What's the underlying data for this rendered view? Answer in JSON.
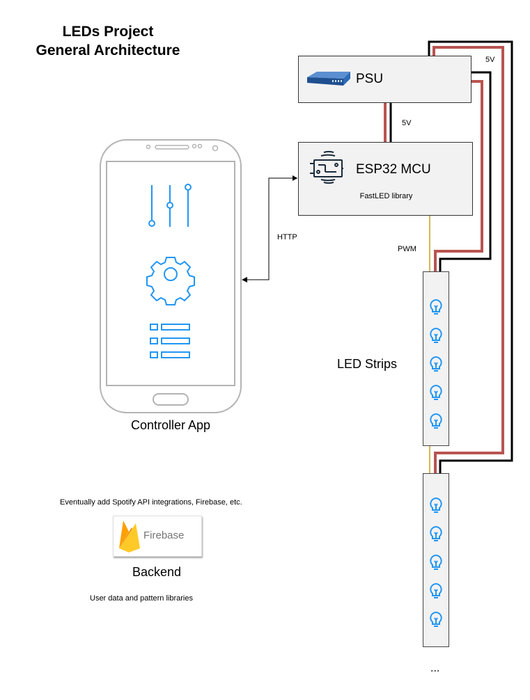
{
  "title_line1": "LEDs Project",
  "title_line2": "General Architecture",
  "psu": {
    "label": "PSU"
  },
  "mcu": {
    "label": "ESP32 MCU",
    "sublabel": "FastLED library"
  },
  "wires": {
    "psu_to_mcu_voltage": "5V",
    "return_voltage": "5V",
    "signal": "PWM",
    "app_link": "HTTP"
  },
  "strips_label": "LED Strips",
  "app_label": "Controller App",
  "backend": {
    "note": "Eventually add Spotify API integrations, Firebase, etc.",
    "service": "Firebase",
    "label": "Backend",
    "description": "User data and pattern libraries"
  },
  "more": "...",
  "colors": {
    "power_wire": "#b85450",
    "ground_wire": "#000000",
    "data_wire": "#d6b656",
    "icon_blue": "#2196f3",
    "phone_gray": "#b3b3b3"
  },
  "icons": [
    "power-supply-icon",
    "microcontroller-icon",
    "sliders-icon",
    "gear-icon",
    "list-icon",
    "bulb-icon",
    "firebase-flame-icon"
  ]
}
